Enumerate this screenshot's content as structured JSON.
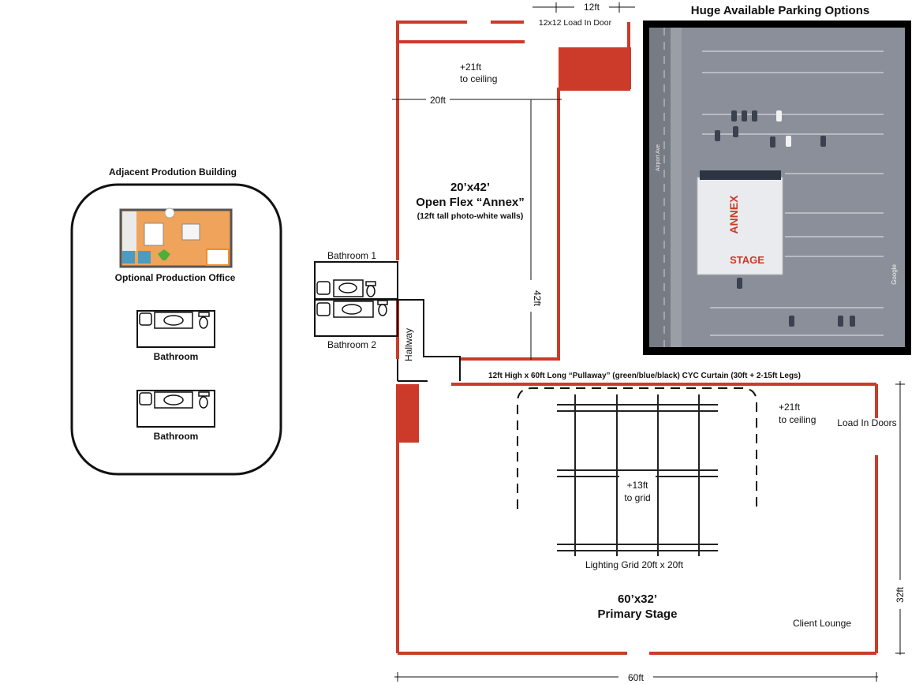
{
  "colors": {
    "wall": "#cc3a2a",
    "line": "#111111",
    "photo_frame": "#000000",
    "lot": "#8a8f99",
    "roof": "#e9ebee",
    "office_floor": "#f0a35a",
    "office_tub": "#4a9cc4"
  },
  "adjacent": {
    "title": "Adjacent Prodution Building",
    "office_label": "Optional Production Office",
    "bathroom_a": "Bathroom",
    "bathroom_b": "Bathroom"
  },
  "annex": {
    "door_width": "12ft",
    "door_label": "12x12 Load In Door",
    "ceiling_line1": "+21ft",
    "ceiling_line2": "to ceiling",
    "width_dim": "20ft",
    "length_dim": "42ft",
    "title_line1": "20’x42’",
    "title_line2": "Open Flex “Annex”",
    "title_line3": "(12ft tall photo-white walls)"
  },
  "rooms": {
    "bathroom1": "Bathroom 1",
    "bathroom2": "Bathroom 2",
    "hallway": "Hallway"
  },
  "curtain_note": "12ft High x  60ft Long  “Pullaway” (green/blue/black) CYC Curtain  (30ft + 2-15ft Legs)",
  "stage": {
    "ceiling_line1": "+21ft",
    "ceiling_line2": "to ceiling",
    "load_in": "Load In Doors",
    "grid_line1": "+13ft",
    "grid_line2": "to grid",
    "grid_caption": "Lighting Grid 20ft x 20ft",
    "title_line1": "60’x32’",
    "title_line2": "Primary Stage",
    "lounge": "Client Lounge",
    "height_dim": "32ft",
    "width_dim": "60ft"
  },
  "parking": {
    "title": "Huge Available Parking Options",
    "roof_annex": "ANNEX",
    "roof_stage": "STAGE",
    "street": "Airport Ave",
    "watermark": "Google"
  }
}
